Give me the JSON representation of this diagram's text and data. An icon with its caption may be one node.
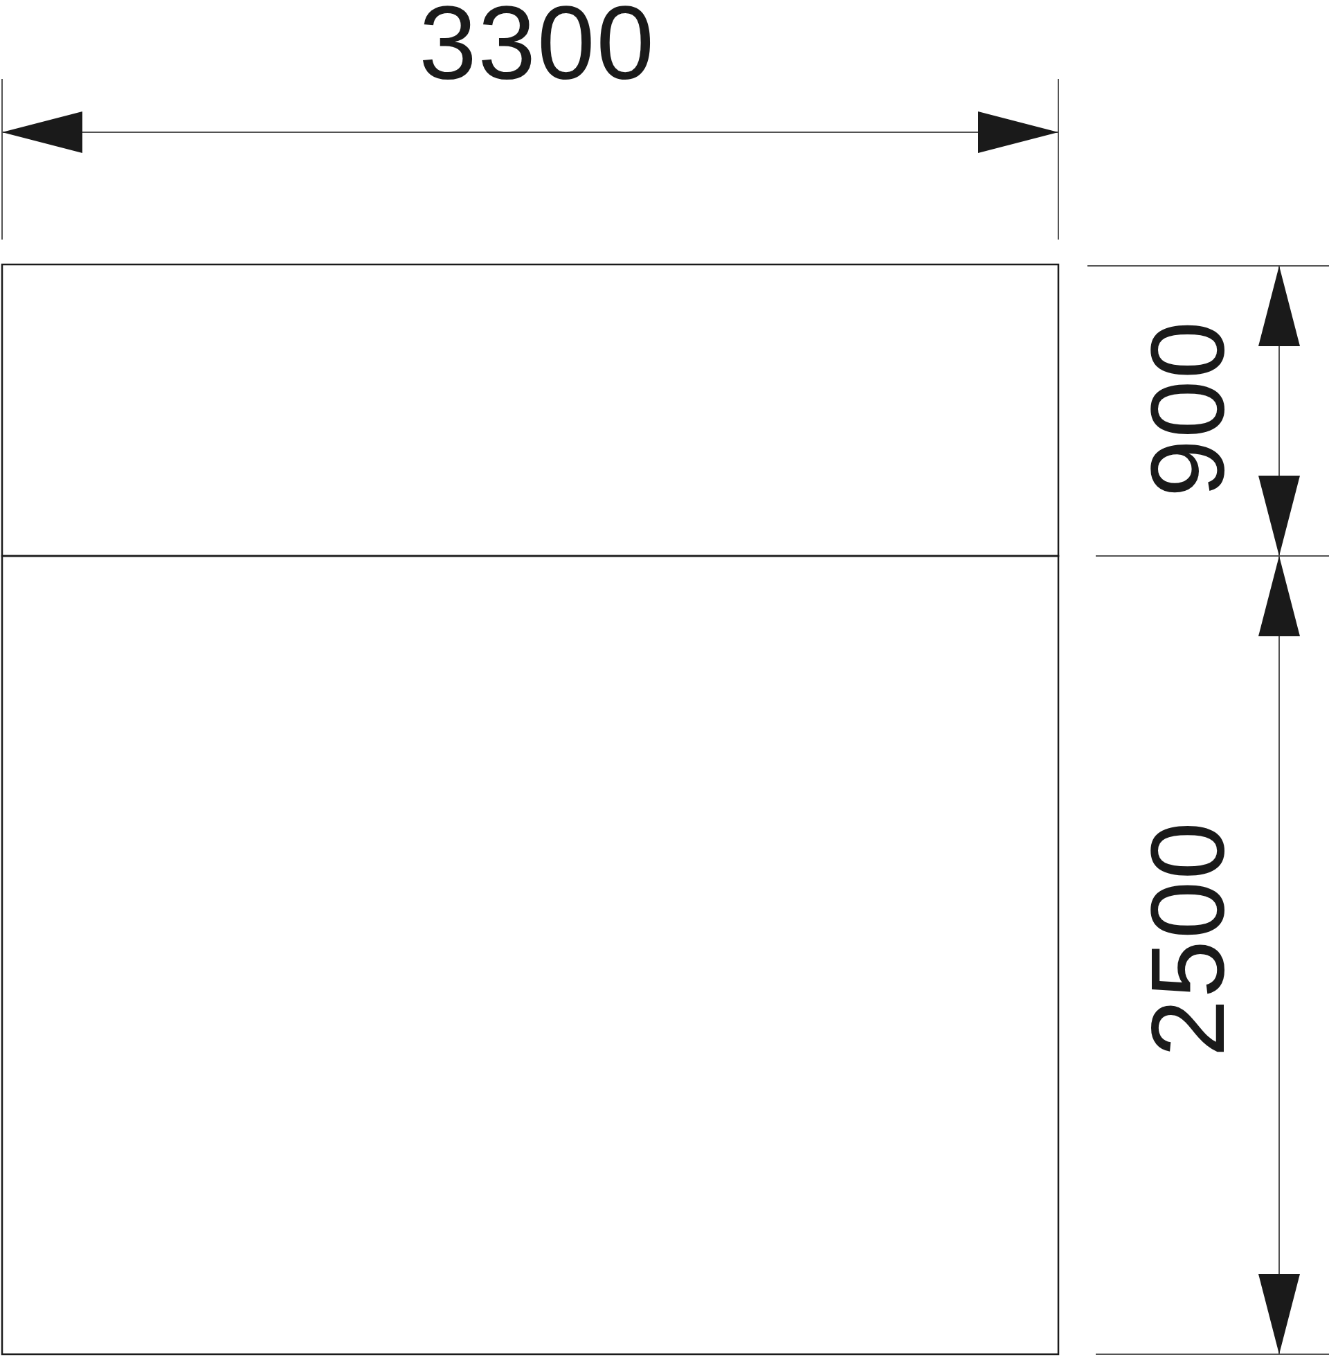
{
  "diagram": {
    "labels": [
      "3300",
      "900",
      "2500"
    ]
  }
}
